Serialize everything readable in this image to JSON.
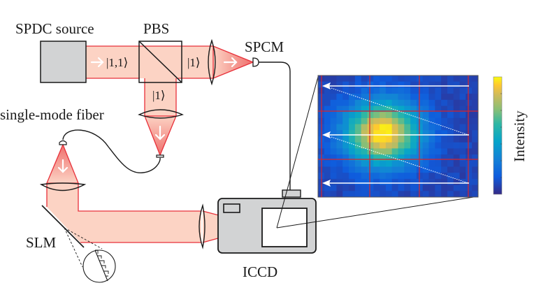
{
  "labels": {
    "spdc_source": "SPDC source",
    "pbs": "PBS",
    "spcm": "SPCM",
    "fiber": "single-mode fiber",
    "slm": "SLM",
    "iccd": "ICCD",
    "intensity": "Intensity"
  },
  "states": {
    "input": "|1,1⟩",
    "transmitted": "|1⟩",
    "reflected": "|1⟩"
  },
  "colors": {
    "beam_fill": "#fcd3c4",
    "beam_edge": "#e8303a",
    "beam_focus": "#ef7e7a",
    "device_gray": "#d2d3d4",
    "outline": "#1a1a1a",
    "grid_line": "#d7262f"
  },
  "chart_data": {
    "type": "heatmap",
    "title": "",
    "colorbar_label": "Intensity",
    "colormap": "parula",
    "grid": {
      "rows": 3,
      "cols": 3
    },
    "shape": {
      "rows": 20,
      "cols": 26
    },
    "peak": {
      "row": 9,
      "col": 10
    },
    "note": "Gaussian-like intensity spot, centered slightly left of the middle cell; raster-scan arrows run right-to-left across three rows"
  }
}
